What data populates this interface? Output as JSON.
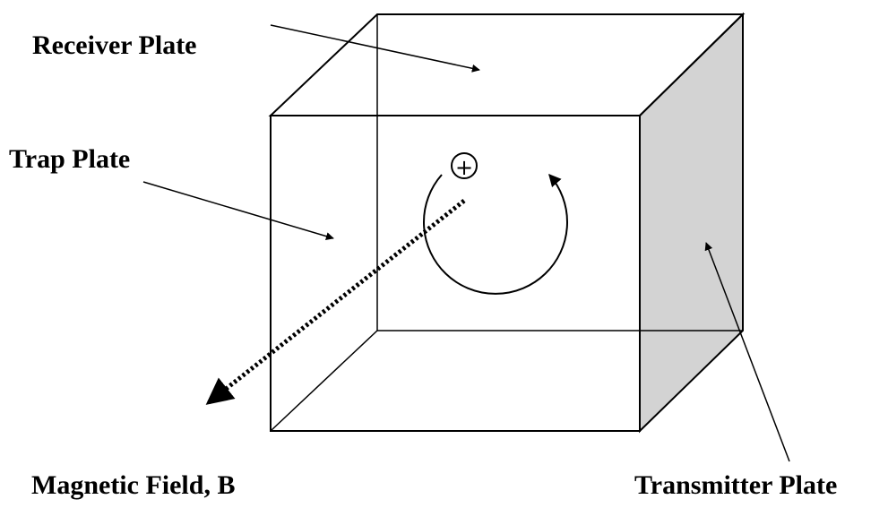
{
  "labels": {
    "receiver": "Receiver Plate",
    "trap": "Trap Plate",
    "magnetic": "Magnetic Field, B",
    "transmitter": "Transmitter Plate"
  },
  "ion_symbol": "+",
  "colors": {
    "stroke": "#000000",
    "transmitter_fill": "#d3d3d3",
    "background": "#ffffff"
  }
}
